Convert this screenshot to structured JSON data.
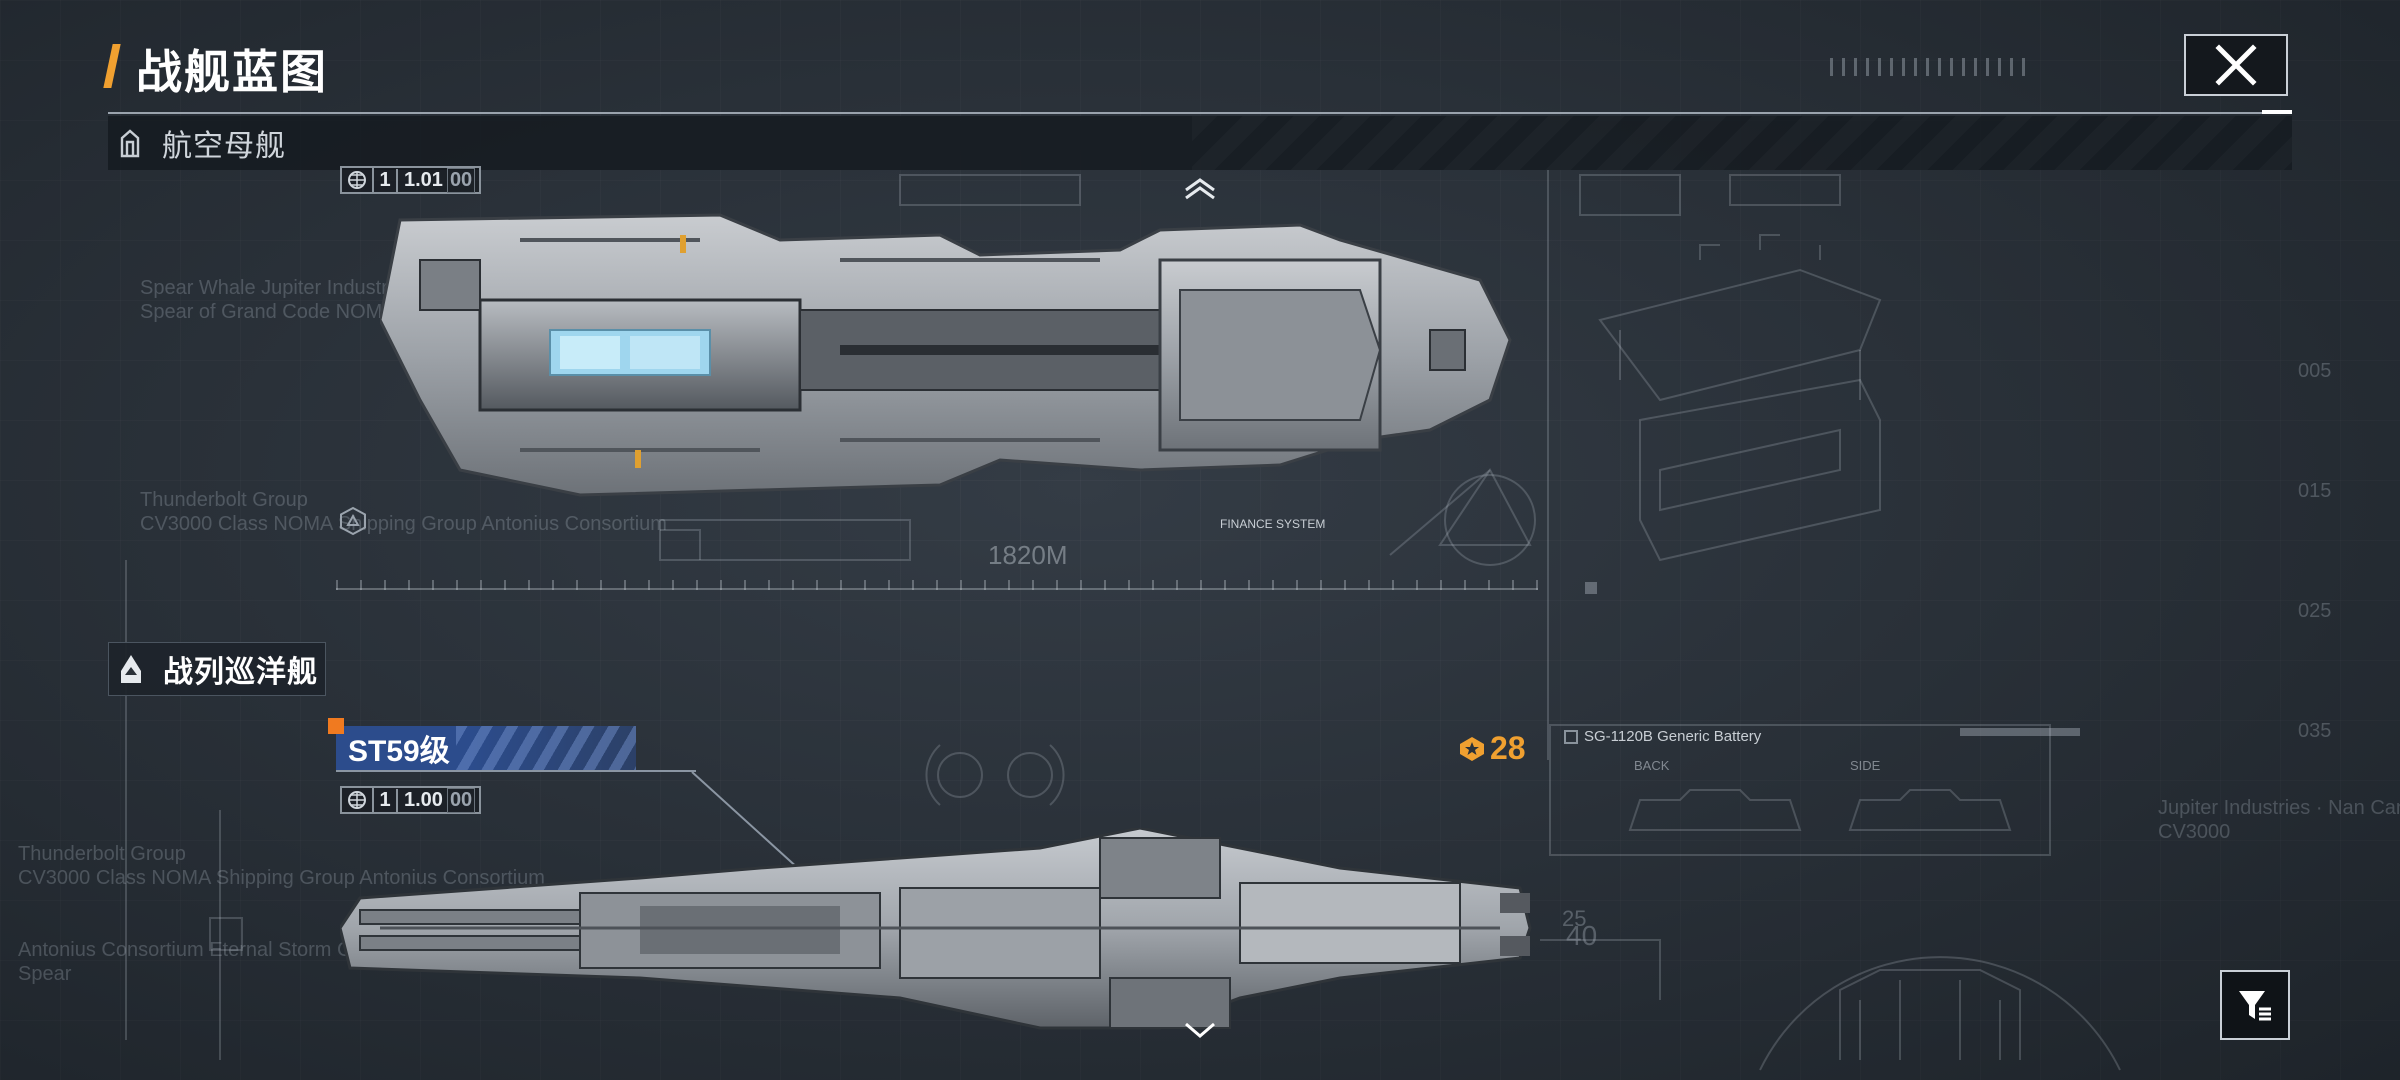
{
  "page": {
    "title": "战舰蓝图"
  },
  "sections": {
    "carrier": {
      "label": "航空母舰"
    },
    "battlecruiser": {
      "label": "战列巡洋舰"
    }
  },
  "carrier_ship": {
    "level": "1",
    "value": "1.01",
    "value_suffix": "00",
    "scale_label": "1820M",
    "watermark_lines": [
      "Spear Whale Jupiter Industries",
      "Spear of Grand Code NOMA Sh"
    ],
    "watermark2_lines": [
      "Thunderbolt Group",
      "CV3000 Class NOMA Shipping Group Antonius Consortium"
    ],
    "finance_label": "FINANCE SYSTEM"
  },
  "battlecruiser_ship": {
    "class_name": "ST59级",
    "level": "1",
    "value": "1.00",
    "value_suffix": "00",
    "rating": "28",
    "battery_label": "SG-1120B Generic Battery",
    "back_label": "BACK",
    "side_label": "SIDE",
    "right_watermark": [
      "Jupiter Industries · Nan Canno",
      "CV3000"
    ],
    "left_watermark": [
      "Thunderbolt Group",
      "CV3000 Class NOMA Shipping Group Antonius Consortium",
      "Antonius Consortium Eternal Storm Catch",
      "Spear"
    ],
    "num_corner": "25",
    "num_big": "40"
  },
  "side_ticks": [
    "005",
    "015",
    "025",
    "035"
  ],
  "colors": {
    "accent": "#f0a030",
    "badge": "#2c4c8c",
    "orange": "#f07a20"
  },
  "icons": {
    "close": "close-icon",
    "filter": "filter-icon",
    "up": "chevron-up-icon",
    "down": "chevron-down-icon",
    "globe": "globe-icon",
    "rating": "rating-emblem-icon",
    "carrier": "carrier-class-icon",
    "battlecruiser": "battlecruiser-class-icon"
  }
}
